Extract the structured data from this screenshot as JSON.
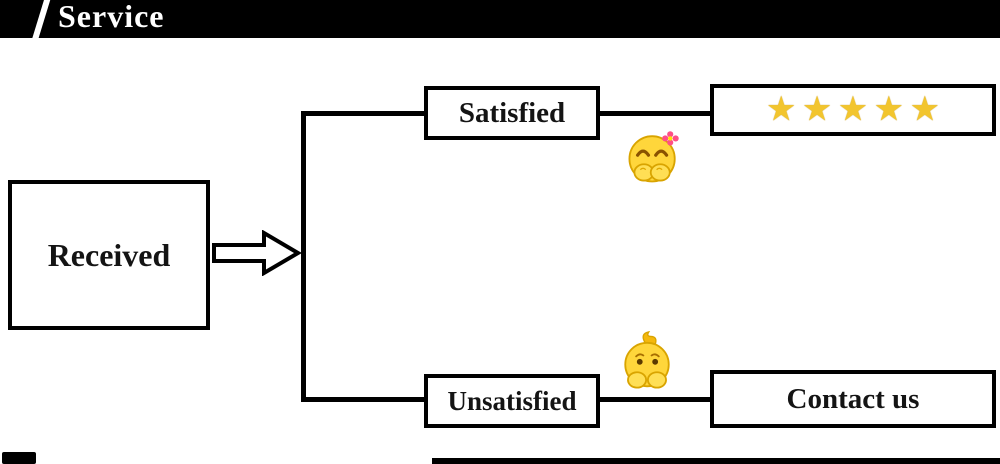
{
  "header": {
    "slash": "/",
    "title": "Service"
  },
  "flowchart": {
    "received_label": "Received",
    "satisfied_label": "Satisfied",
    "unsatisfied_label": "Unsatisfied",
    "contact_label": "Contact us",
    "rating_stars": "★★★★★",
    "star_count": 5
  },
  "icons": {
    "flow_arrow": "right-block-arrow",
    "giggle_emoji": "giggling-face-with-flower",
    "shy_emoji": "shy-peeking-face",
    "stars": "five-gold-stars"
  },
  "colors": {
    "header_bg": "#000000",
    "box_border": "#000000",
    "star_gold": "#f2c52e",
    "emoji_yellow": "#ffd63b"
  }
}
